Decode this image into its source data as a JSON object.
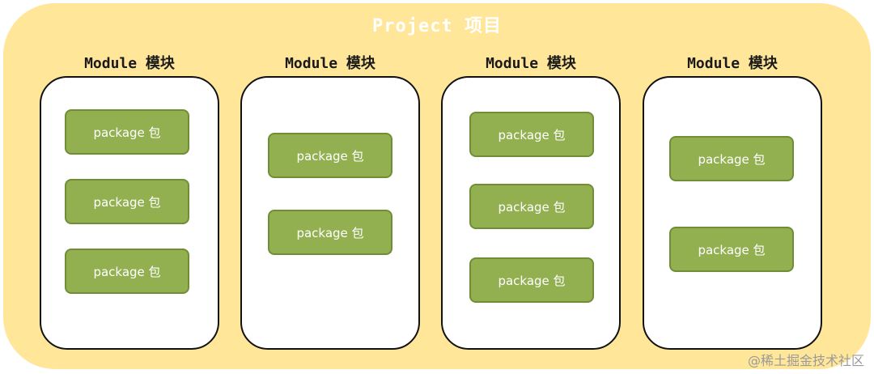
{
  "project": {
    "title": "Project 项目"
  },
  "modules": [
    {
      "title": "Module 模块",
      "packages": [
        "package 包",
        "package 包",
        "package 包"
      ]
    },
    {
      "title": "Module 模块",
      "packages": [
        "package 包",
        "package 包"
      ]
    },
    {
      "title": "Module 模块",
      "packages": [
        "package 包",
        "package 包",
        "package 包"
      ]
    },
    {
      "title": "Module 模块",
      "packages": [
        "package 包",
        "package 包"
      ]
    }
  ],
  "watermark": "@稀土掘金技术社区",
  "colors": {
    "project_background": "#FFE699",
    "package_fill": "#92B050",
    "package_border": "#6F8E35",
    "module_border": "#111111"
  }
}
